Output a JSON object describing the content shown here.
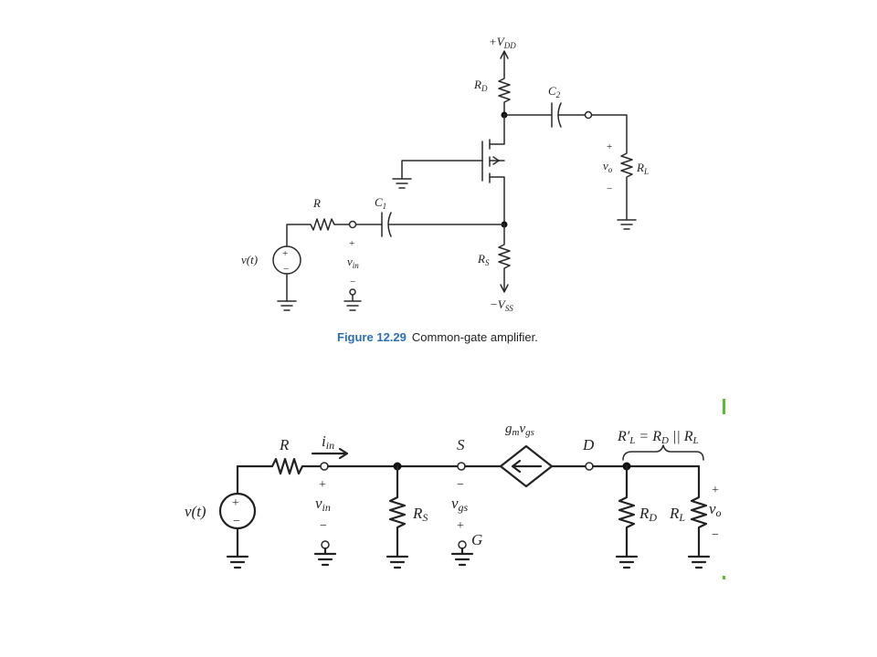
{
  "figure1": {
    "caption_number": "Figure 12.29",
    "caption_text": "Common-gate amplifier.",
    "labels": {
      "vdd": "+V",
      "vdd_sub": "DD",
      "vss": "−V",
      "vss_sub": "SS",
      "rd": "R",
      "rd_sub": "D",
      "rs": "R",
      "rs_sub": "S",
      "rl": "R",
      "rl_sub": "L",
      "c1": "C",
      "c1_sub": "1",
      "c2": "C",
      "c2_sub": "2",
      "r": "R",
      "source": "v(t)",
      "vin": "v",
      "vin_sub": "in",
      "vo": "v",
      "vo_sub": "o",
      "plus": "+",
      "minus": "−"
    }
  },
  "figure2": {
    "labels": {
      "r": "R",
      "iin": "i",
      "iin_sub": "in",
      "vin": "v",
      "vin_sub": "in",
      "source": "v(t)",
      "rs": "R",
      "rs_sub": "S",
      "s_node": "S",
      "g_node": "G",
      "d_node": "D",
      "vgs": "v",
      "vgs_sub": "gs",
      "gm": "g",
      "gm_sub": "m",
      "gm_v": "v",
      "gm_v_sub": "gs",
      "rl_eq": "R′",
      "rl_eq_sub": "L",
      "rl_eq_rhs1": " = R",
      "rl_eq_rhs1_sub": "D",
      "rl_eq_rhs2": " || R",
      "rl_eq_rhs2_sub": "L",
      "rd": "R",
      "rd_sub": "D",
      "rl": "R",
      "rl_sub": "L",
      "vo": "v",
      "vo_sub": "o",
      "plus": "+",
      "minus": "−"
    }
  },
  "colors": {
    "caption_accent": "#2a6fb5",
    "marker": "#58c02c"
  }
}
